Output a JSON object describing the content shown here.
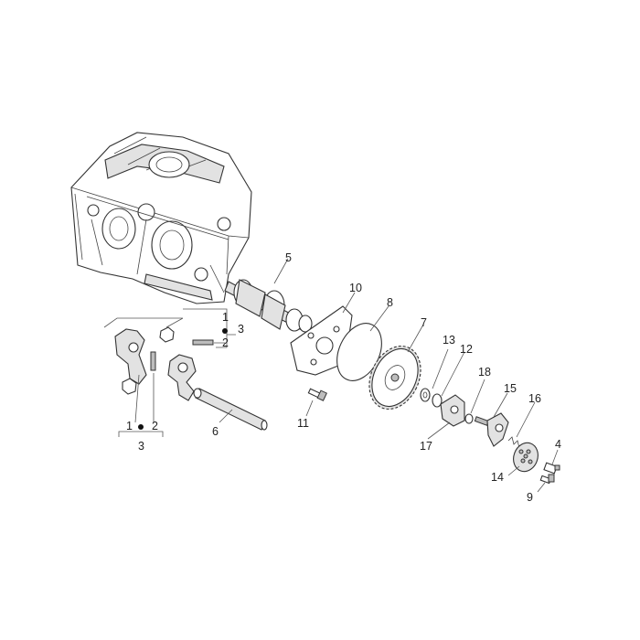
{
  "callouts": {
    "c1a": "1",
    "c2a": "2",
    "c3a": "3",
    "c1b": "1",
    "c2b": "2",
    "c3b": "3",
    "c4": "4",
    "c5": "5",
    "c6": "6",
    "c7": "7",
    "c8": "8",
    "c9": "9",
    "c10": "10",
    "c11": "11",
    "c12": "12",
    "c13": "13",
    "c14": "14",
    "c15": "15",
    "c16": "16",
    "c17": "17",
    "c18": "18"
  }
}
